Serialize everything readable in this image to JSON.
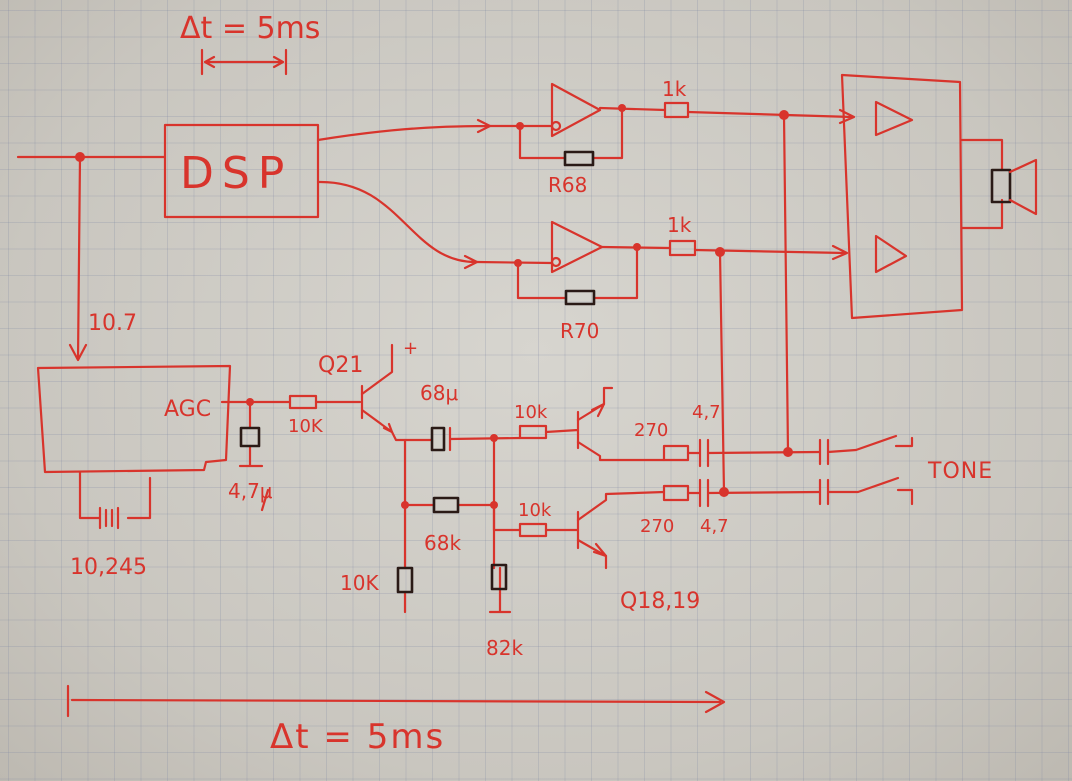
{
  "labels": {
    "dt_top": "Δt = 5ms",
    "dt_bottom": "Δt = 5ms",
    "dsp": "DSP",
    "agc": "AGC",
    "freq_if": "10.7",
    "freq_filter": "10,245",
    "r_top_out": "1k",
    "r_mid_out": "1k",
    "r68": "R68",
    "r70": "R70",
    "q21": "Q21",
    "plus": "+",
    "r_agc": "10K",
    "c_agc": "4,7μ",
    "c_68": "68μ",
    "r_q1_base": "10k",
    "r_q2_base": "10k",
    "r_68k": "68k",
    "r_10k": "10K",
    "r_82k": "82k",
    "r270_a": "270",
    "r270_b": "270",
    "c47_a": "4,7",
    "c47_b": "4,7",
    "tone": "TONE",
    "q1819": "Q18,19"
  },
  "colors": {
    "ink_red": "#d8342c",
    "ink_black": "#2a1a16"
  }
}
